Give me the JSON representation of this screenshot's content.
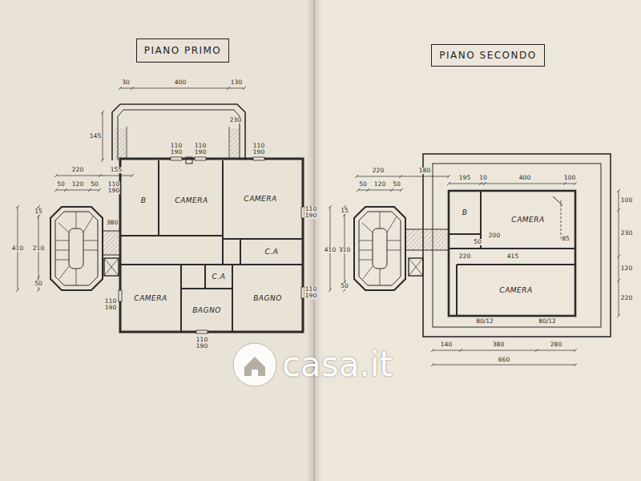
{
  "diagram": {
    "nodes": [
      {
        "text": [
          "PIANO PRIMO"
        ]
      },
      {
        "text": [
          "PIANO SECONDO"
        ]
      },
      {
        "text": [
          "B"
        ]
      },
      {
        "text": [
          "CAMERA"
        ]
      },
      {
        "text": [
          "CAMERA"
        ]
      },
      {
        "text": [
          "C.A"
        ]
      },
      {
        "text": [
          "C.A"
        ]
      },
      {
        "text": [
          "CAMERA"
        ]
      },
      {
        "text": [
          "BAGNO"
        ]
      },
      {
        "text": [
          "BAGNO"
        ]
      },
      {
        "text": [
          "B"
        ]
      },
      {
        "text": [
          "CAMERA"
        ]
      },
      {
        "text": [
          "CAMERA"
        ]
      }
    ],
    "labels": [
      "30",
      "400",
      "130",
      "145",
      "230",
      "110 190",
      "110 190",
      "110 190",
      "220",
      "155",
      "50",
      "120",
      "50",
      "110 190",
      "410",
      "210",
      "15",
      "50",
      "380",
      "110 190",
      "110 190",
      "110 190",
      "110 190",
      "220",
      "180",
      "50",
      "120",
      "50",
      "195",
      "10",
      "400",
      "100",
      "410",
      "310",
      "15",
      "50",
      "100",
      "230",
      "120",
      "220",
      "200",
      "50",
      "85",
      "415",
      "220",
      "80/12",
      "80/12",
      "140",
      "380",
      "280",
      "660",
      "casa.it"
    ]
  }
}
